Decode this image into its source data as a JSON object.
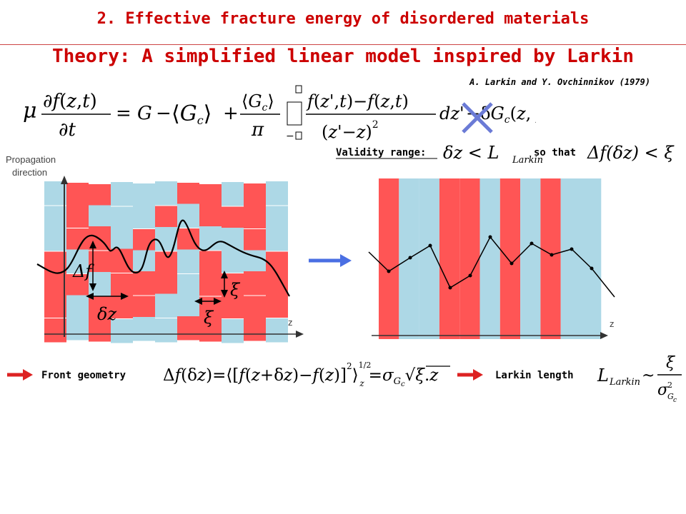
{
  "slide": {
    "section_title": "2. Effective fracture energy of disordered materials",
    "main_title": "Theory: A simplified linear model inspired by Larkin",
    "reference": "A. Larkin and Y. Ovchinnikov (1979)"
  },
  "left_panel": {
    "propagation_label_line1": "Propagation",
    "propagation_label_line2": "direction",
    "axis_label": "z",
    "delta_f_label": "Δf",
    "delta_z_label": "δz",
    "xi_label_right": "ξ",
    "xi_label_bottom": "ξ"
  },
  "right_panel": {
    "axis_label": "z"
  },
  "validity": {
    "label": "Validity range:",
    "condition": "δz < L",
    "condition_sub": "Larkin",
    "so_that": "so that",
    "consequence": "Δf(δz) < ξ"
  },
  "bottom": {
    "front_geometry_label": "Front geometry",
    "larkin_length_label": "Larkin length",
    "larkin_L": "L",
    "larkin_sub": "Larkin",
    "larkin_tilde": "~",
    "larkin_num": "ξ",
    "larkin_den": "σ",
    "larkin_den_sup": "2",
    "larkin_den_sub": "G",
    "larkin_den_subsub": "c"
  },
  "colors": {
    "title_red": "#cc0000",
    "disorder_red": "#ff5555",
    "disorder_blue": "#add8e6",
    "arrow_blue": "#4a6fe3",
    "arrow_red": "#dd2222",
    "cross_blue": "#6b7bd6"
  }
}
